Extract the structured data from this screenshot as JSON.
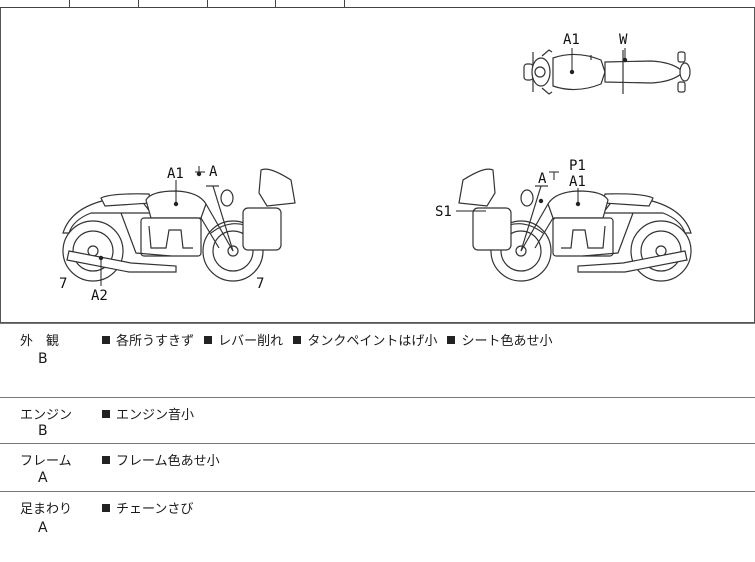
{
  "diagram": {
    "labels": {
      "top_a1": "A1",
      "top_w": "W",
      "left_a1": "A1",
      "left_a": "A",
      "left_7_front": "7",
      "left_a2": "A2",
      "left_7_rear": "7",
      "right_p1": "P1",
      "right_a": "A",
      "right_a1": "A1",
      "right_s1": "S1"
    }
  },
  "rows": [
    {
      "category": "外　観",
      "grade": "B",
      "notes": [
        "各所うすきず",
        "レバー削れ",
        "タンクペイントはげ小",
        "シート色あせ小"
      ]
    },
    {
      "category": "エンジン",
      "grade": "B",
      "notes": [
        "エンジン音小"
      ]
    },
    {
      "category": "フレーム",
      "grade": "A",
      "notes": [
        "フレーム色あせ小"
      ]
    },
    {
      "category": "足まわり",
      "grade": "A",
      "notes": [
        "チェーンさび"
      ]
    }
  ]
}
